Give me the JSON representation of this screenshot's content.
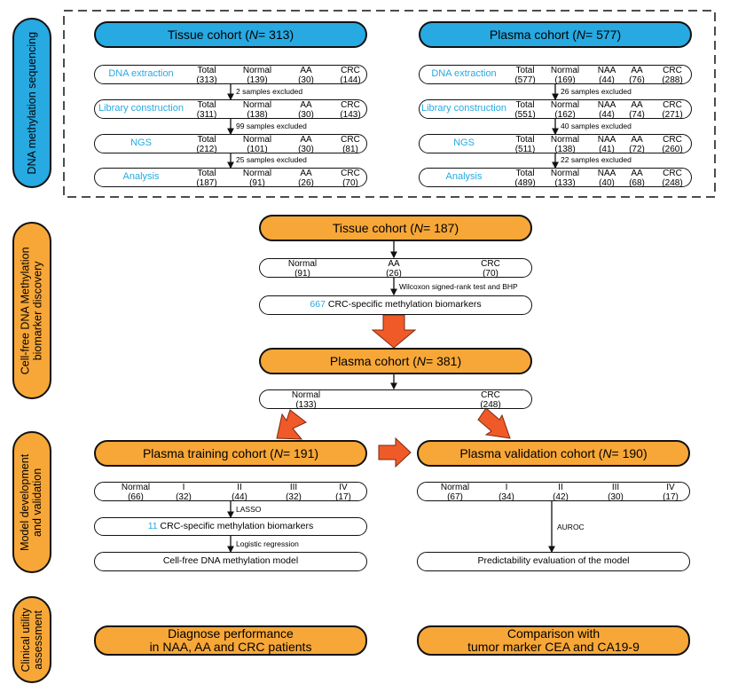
{
  "colors": {
    "blue": "#27A9E1",
    "orange": "#F7A738",
    "arrow": "#F05A28"
  },
  "sections": {
    "seq": "DNA methylation sequencing",
    "disc": [
      "Cell-free DNA Methylation",
      "biomarker discovery"
    ],
    "model": [
      "Model development",
      "and validation"
    ],
    "clin": [
      "Clinical utility",
      "assessment"
    ]
  },
  "tissue": {
    "title_pre": "Tissue cohort (",
    "N": "N",
    "title_post": " = 313)",
    "rows": [
      {
        "label": "DNA extraction",
        "cells": [
          [
            "Total",
            "(313)"
          ],
          [
            "Normal",
            "(139)"
          ],
          [
            "AA",
            "(30)"
          ],
          [
            "CRC",
            "(144)"
          ]
        ]
      },
      {
        "label": "Library construction",
        "cells": [
          [
            "Total",
            "(311)"
          ],
          [
            "Normal",
            "(138)"
          ],
          [
            "AA",
            "(30)"
          ],
          [
            "CRC",
            "(143)"
          ]
        ]
      },
      {
        "label": "NGS",
        "cells": [
          [
            "Total",
            "(212)"
          ],
          [
            "Normal",
            "(101)"
          ],
          [
            "AA",
            "(30)"
          ],
          [
            "CRC",
            "(81)"
          ]
        ]
      },
      {
        "label": "Analysis",
        "cells": [
          [
            "Total",
            "(187)"
          ],
          [
            "Normal",
            "(91)"
          ],
          [
            "AA",
            "(26)"
          ],
          [
            "CRC",
            "(70)"
          ]
        ]
      }
    ],
    "excluded": [
      "2 samples excluded",
      "99 samples excluded",
      "25 samples excluded"
    ]
  },
  "plasma": {
    "title_pre": "Plasma cohort (",
    "N": "N",
    "title_post": " = 577)",
    "rows": [
      {
        "label": "DNA extraction",
        "cells": [
          [
            "Total",
            "(577)"
          ],
          [
            "Normal",
            "(169)"
          ],
          [
            "NAA",
            "(44)"
          ],
          [
            "AA",
            "(76)"
          ],
          [
            "CRC",
            "(288)"
          ]
        ]
      },
      {
        "label": "Library construction",
        "cells": [
          [
            "Total",
            "(551)"
          ],
          [
            "Normal",
            "(162)"
          ],
          [
            "NAA",
            "(44)"
          ],
          [
            "AA",
            "(74)"
          ],
          [
            "CRC",
            "(271)"
          ]
        ]
      },
      {
        "label": "NGS",
        "cells": [
          [
            "Total",
            "(511)"
          ],
          [
            "Normal",
            "(138)"
          ],
          [
            "NAA",
            "(41)"
          ],
          [
            "AA",
            "(72)"
          ],
          [
            "CRC",
            "(260)"
          ]
        ]
      },
      {
        "label": "Analysis",
        "cells": [
          [
            "Total",
            "(489)"
          ],
          [
            "Normal",
            "(133)"
          ],
          [
            "NAA",
            "(40)"
          ],
          [
            "AA",
            "(68)"
          ],
          [
            "CRC",
            "(248)"
          ]
        ]
      }
    ],
    "excluded": [
      "26 samples excluded",
      "40 samples excluded",
      "22 samples excluded"
    ]
  },
  "discovery": {
    "tissue_pre": "Tissue cohort (",
    "tissue_post": " = 187)",
    "tissue_cells": [
      [
        "Normal",
        "(91)"
      ],
      [
        "AA",
        "(26)"
      ],
      [
        "CRC",
        "(70)"
      ]
    ],
    "test": "Wilcoxon signed-rank test and BHP",
    "biomarker_num": "667",
    "biomarker_text": " CRC-specific methylation biomarkers",
    "plasma_pre": "Plasma cohort (",
    "plasma_post": " = 381)",
    "plasma_cells": [
      [
        "Normal",
        "(133)"
      ],
      [
        "CRC",
        "(248)"
      ]
    ]
  },
  "model": {
    "train_pre": "Plasma training cohort (",
    "train_post": " = 191)",
    "val_pre": "Plasma validation cohort (",
    "val_post": " = 190)",
    "train_cells": [
      [
        "Normal",
        "(66)"
      ],
      [
        "I",
        "(32)"
      ],
      [
        "II",
        "(44)"
      ],
      [
        "III",
        "(32)"
      ],
      [
        "IV",
        "(17)"
      ]
    ],
    "val_cells": [
      [
        "Normal",
        "(67)"
      ],
      [
        "I",
        "(34)"
      ],
      [
        "II",
        "(42)"
      ],
      [
        "III",
        "(30)"
      ],
      [
        "IV",
        "(17)"
      ]
    ],
    "lasso": "LASSO",
    "bio_num": "11",
    "bio_text": " CRC-specific methylation biomarkers",
    "logistic": "Logistic regression",
    "model_text": "Cell-free DNA methylation model",
    "auroc": "AUROC",
    "predict": "Predictability evaluation of the model"
  },
  "clinical": {
    "left": [
      "Diagnose performance",
      "in NAA, AA and CRC patients"
    ],
    "right": [
      "Comparison with",
      "tumor marker CEA and CA19-9"
    ]
  }
}
